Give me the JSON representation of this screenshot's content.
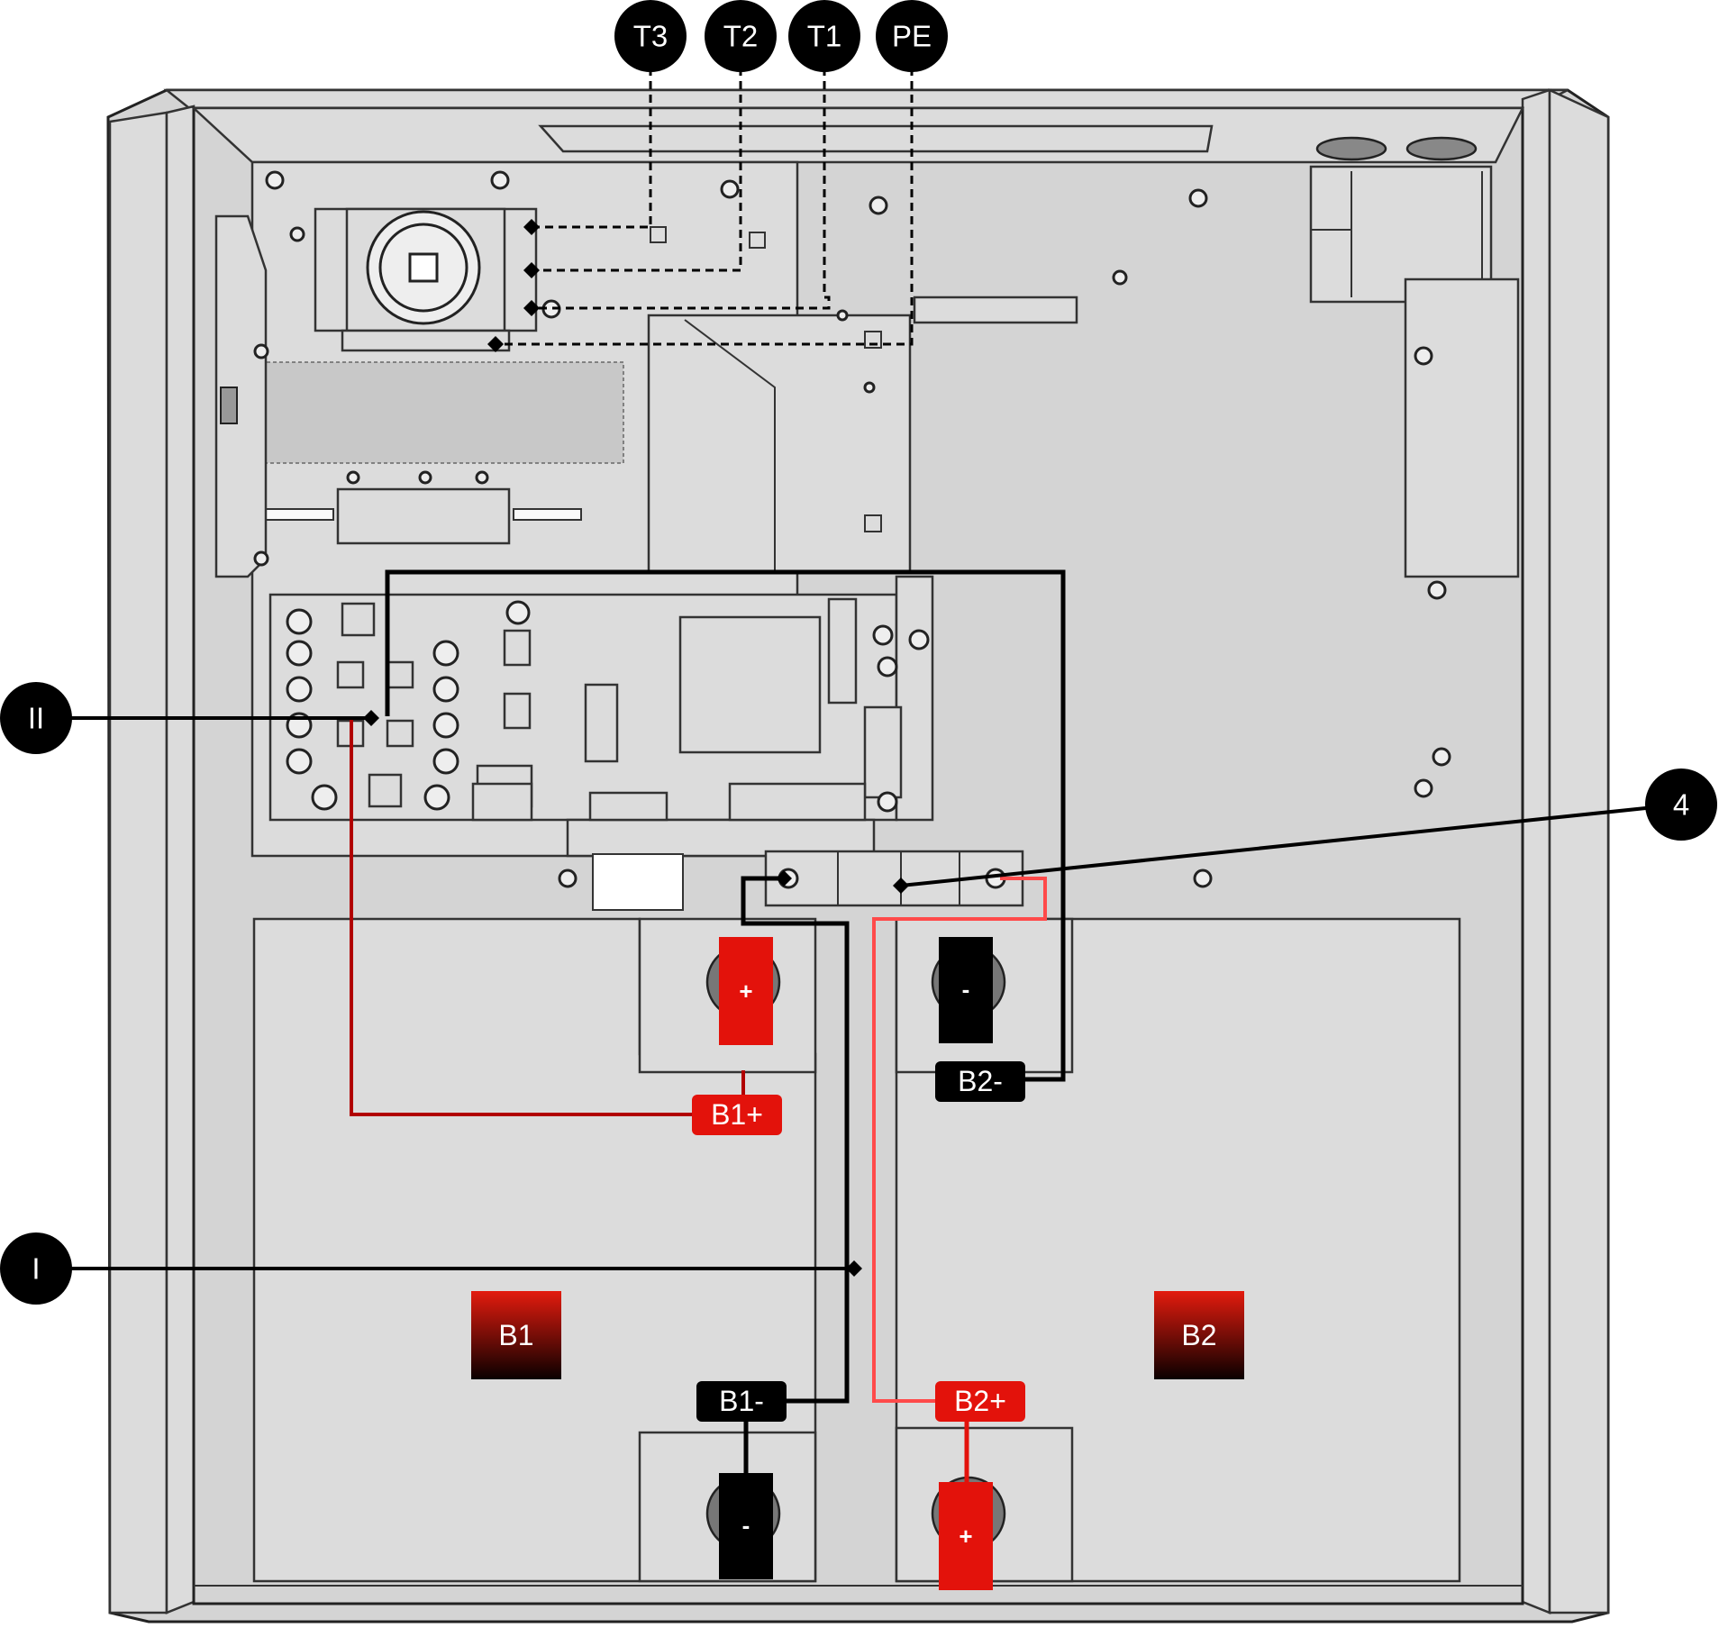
{
  "callouts": {
    "t3": "T3",
    "t2": "T2",
    "t1": "T1",
    "pe": "PE",
    "ii": "II",
    "i": "I",
    "four": "4"
  },
  "battery_labels": {
    "b1": "B1",
    "b2": "B2"
  },
  "terminal_tags": {
    "b1_plus": "B1+",
    "b1_minus": "B1-",
    "b2_plus": "B2+",
    "b2_minus": "B2-"
  },
  "terminal_symbols": {
    "b1_top": "+",
    "b1_bottom": "-",
    "b2_top": "-",
    "b2_bottom": "+"
  },
  "colors": {
    "positive": "#e3120b",
    "negative": "#000000",
    "positive_wire_b1": "#b10000",
    "positive_wire_b2": "#ff4a4a",
    "enclosure": "#d4d4d4"
  }
}
